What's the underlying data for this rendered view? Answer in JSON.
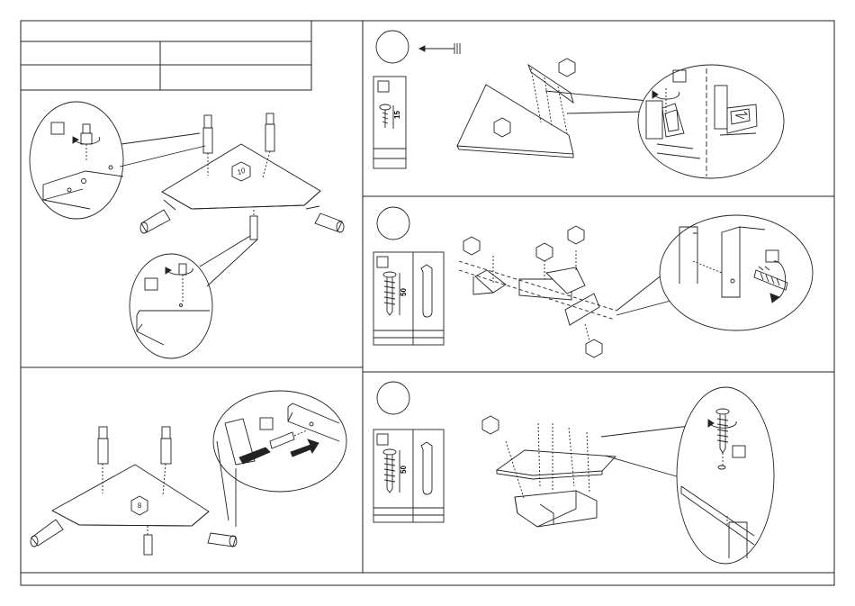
{
  "board_numbers": {
    "step1": "10",
    "step2": "8"
  },
  "screw_lengths": {
    "step3": "15",
    "step4": "50",
    "step5": "50"
  }
}
